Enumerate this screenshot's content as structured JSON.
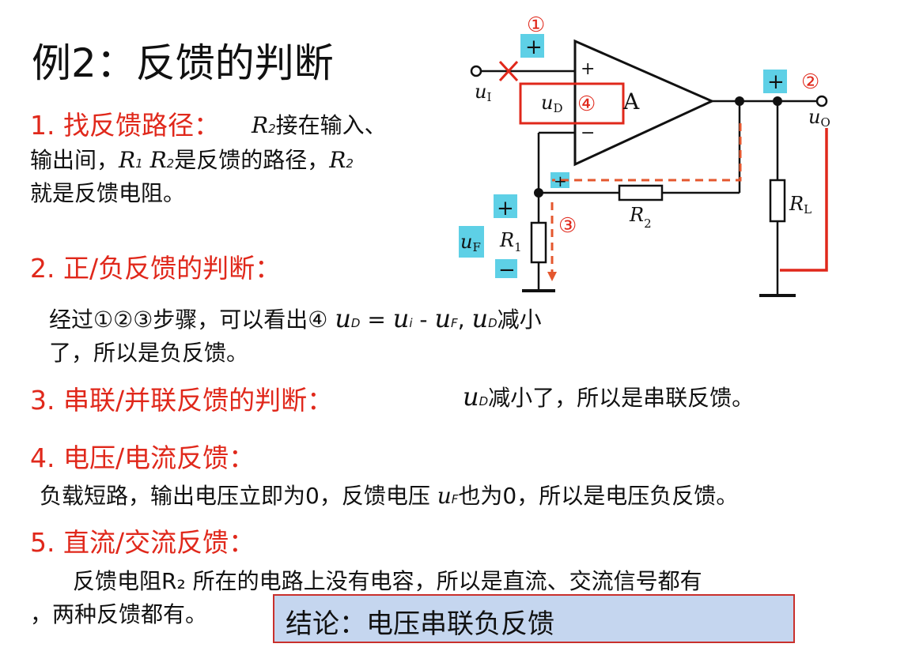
{
  "title": "例2：反馈的判断",
  "s1": {
    "head": "1. 找反馈路径：",
    "r2": "R",
    "r2sub": "2",
    "text1": "接在输入、",
    "line2a": "输出间，",
    "r1": "R",
    "r1sub": "1",
    "r2b": "R",
    "r2bsub": "2",
    "line2b": "是反馈的路径，",
    "r2c": "R",
    "r2csub": "2",
    "line3": "就是反馈电阻。"
  },
  "s2": {
    "head": "2. 正/负反馈的判断：",
    "line1a": "经过①②③步骤，可以看出④ ",
    "ud": "u",
    "udsub": "D",
    "eq": " = ",
    "ui": "u",
    "uisub": "i",
    "minus": " - ",
    "uf": "u",
    "ufsub": "F",
    "comma": ", ",
    "ud2": "u",
    "ud2sub": "D",
    "line1b": "减小",
    "line2": "了，所以是负反馈。"
  },
  "s3": {
    "head": "3. 串联/并联反馈的判断：",
    "ud": "u",
    "udsub": "D",
    "text": "减小了，所以是串联反馈。"
  },
  "s4": {
    "head": "4. 电压/电流反馈：",
    "texta": "负载短路，输出电压立即为0，反馈电压 ",
    "uf": "u",
    "ufsub": "F",
    "textb": "也为0，所以是电压负反馈。"
  },
  "s5": {
    "head": "5. 直流/交流反馈：",
    "line1": "反馈电阻R₂ 所在的电路上没有电容，所以是直流、交流信号都有",
    "line2": "，两种反馈都有。"
  },
  "conclusion": "结论：电压串联负反馈",
  "diagram": {
    "mark1": "①",
    "mark2": "②",
    "mark3": "③",
    "mark4": "④",
    "plus": "+",
    "minus": "−",
    "amp": "A",
    "ui": "u",
    "uisub": "I",
    "ud": "u",
    "udsub": "D",
    "uo": "u",
    "uosub": "O",
    "uf": "u",
    "ufsub": "F",
    "r1": "R",
    "r1sub": "1",
    "r2": "R",
    "r2sub": "2",
    "rl": "R",
    "rlsub": "L",
    "colors": {
      "highlight": "#5ed0e6",
      "red": "#e0281b",
      "dash": "#e4572e"
    }
  }
}
